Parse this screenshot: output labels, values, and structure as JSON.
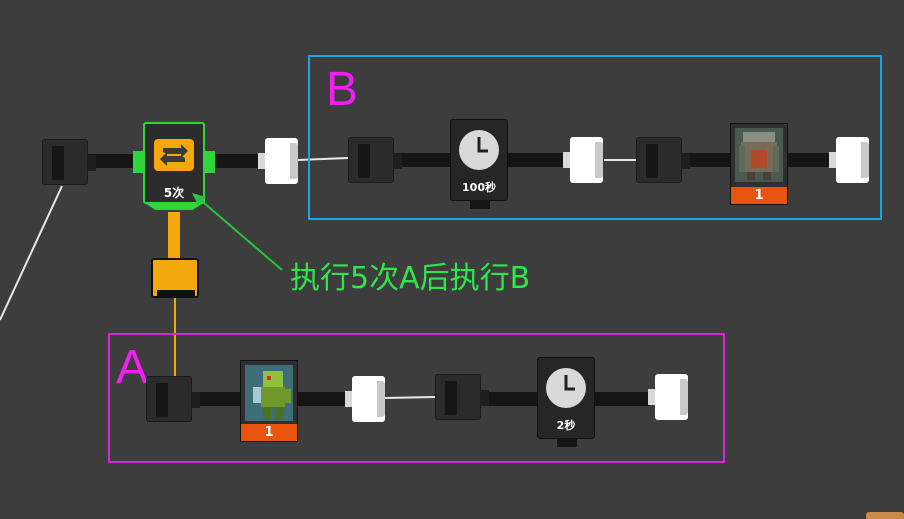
{
  "annotation": {
    "text": "执行5次A后执行B",
    "color": "#2fe64a"
  },
  "groups": {
    "b": {
      "label": "B",
      "border_color": "#1aa7e0"
    },
    "a": {
      "label": "A",
      "border_color": "#d826d8"
    }
  },
  "repeat_node": {
    "count_label": "5次",
    "icon": "repeat-icon",
    "accent": "#f4a80e",
    "highlight": "#31d43a"
  },
  "row_b": {
    "timer": {
      "label": "100秒",
      "icon": "clock-icon"
    },
    "card": {
      "count": "1",
      "icon": "stone-golem-icon"
    }
  },
  "row_a": {
    "card": {
      "count": "1",
      "icon": "zombie-archer-icon"
    },
    "timer": {
      "label": "2秒",
      "icon": "clock-icon"
    }
  },
  "colors": {
    "background": "#3d3d3d",
    "wire": "#151515",
    "count_bar": "#e8540e",
    "link": "#f4a80e"
  }
}
